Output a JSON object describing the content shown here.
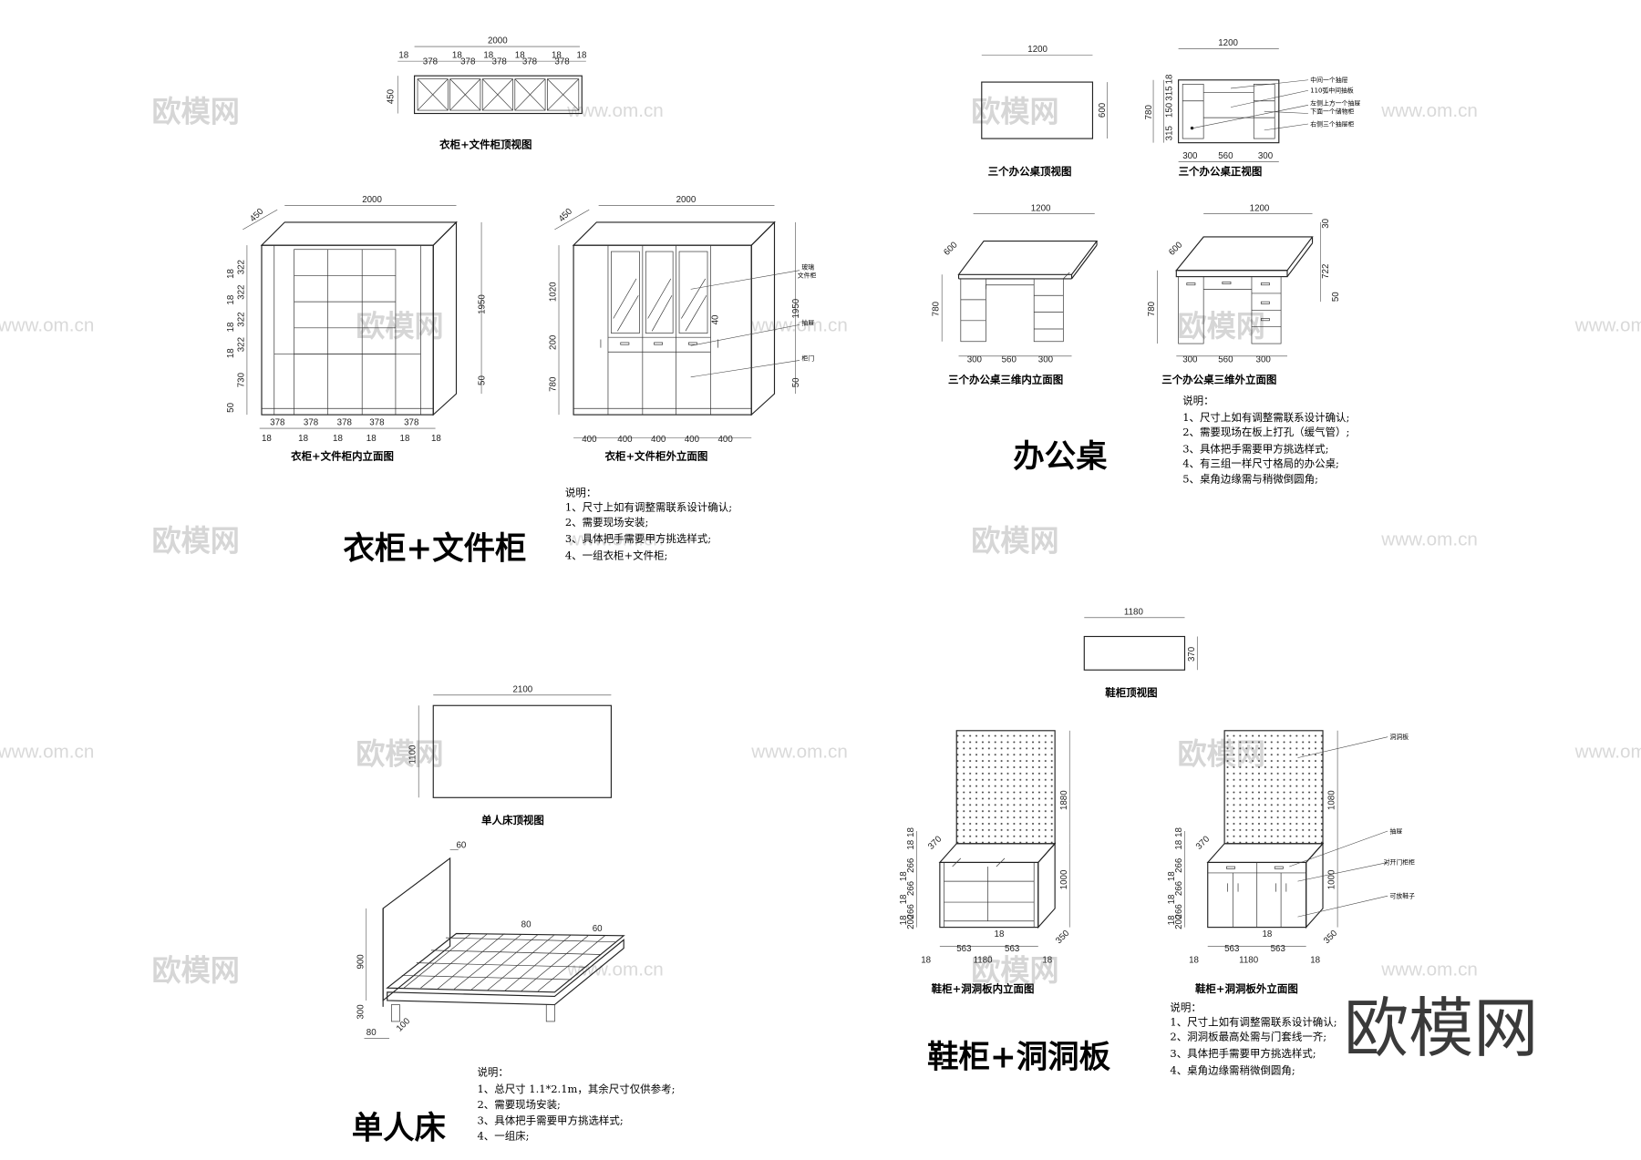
{
  "watermark": {
    "brand": "欧模网",
    "url": "www.om.cn",
    "logo": "欧模网"
  },
  "wardrobe": {
    "title": "衣柜+文件柜",
    "top_caption": "衣柜+文件柜顶视图",
    "inner_caption": "衣柜+文件柜内立面图",
    "outer_caption": "衣柜+文件柜外立面图",
    "top_dims": {
      "width": "2000",
      "depth": "450",
      "bays": [
        "378",
        "378",
        "378",
        "378",
        "378"
      ],
      "gaps": [
        "18",
        "18",
        "18",
        "18",
        "18",
        "18"
      ]
    },
    "inner_dims": {
      "width": "2000",
      "depth": "450",
      "height": "1950",
      "bays": [
        "378",
        "378",
        "378",
        "378",
        "378"
      ],
      "gap": "18",
      "left": [
        "322",
        "18",
        "322",
        "18",
        "322",
        "18",
        "322",
        "18",
        "730",
        "50"
      ],
      "right_plinth": "50"
    },
    "outer_dims": {
      "width": "2000",
      "depth": "450",
      "height": "1950",
      "left": [
        "1020",
        "200",
        "780"
      ],
      "bottom": [
        "400",
        "400",
        "400",
        "400",
        "400"
      ],
      "drawer": "40",
      "right_plinth": "50"
    },
    "callouts": [
      "玻璃",
      "文件柜",
      "抽屉",
      "柜门"
    ],
    "notes_title": "说明：",
    "notes": [
      "1、尺寸上如有调整需联系设计确认;",
      "2、需要现场安装;",
      "3、具体把手需要甲方挑选样式;",
      "4、一组衣柜+文件柜;"
    ]
  },
  "desk": {
    "title": "办公桌",
    "top_caption": "三个办公桌顶视图",
    "front_caption": "三个办公桌正视图",
    "inner_caption": "三个办公桌三维内立面图",
    "outer_caption": "三个办公桌三维外立面图",
    "top_dims": {
      "width": "1200",
      "depth": "600"
    },
    "front_dims": {
      "width": "1200",
      "height": "780",
      "left": [
        "18",
        "315",
        "150",
        "315"
      ],
      "bottom": [
        "300",
        "560",
        "300"
      ]
    },
    "iso_dims": {
      "width": "1200",
      "depth": "600",
      "height": "780",
      "bottom": [
        "300",
        "560",
        "300"
      ],
      "right": [
        "30",
        "722",
        "50"
      ]
    },
    "callouts": [
      "中间一个抽屉",
      "110弧中间抽板",
      "左侧上方一个抽屉",
      "下面一个储物柜",
      "右侧三个抽屉柜"
    ],
    "notes_title": "说明：",
    "notes": [
      "1、尺寸上如有调整需联系设计确认;",
      "2、需要现场在板上打孔（缓气管）;",
      "3、具体把手需要甲方挑选样式;",
      "4、有三组一样尺寸格局的办公桌;",
      "5、桌角边缘需与稍微倒圆角;"
    ]
  },
  "bed": {
    "title": "单人床",
    "top_caption": "单人床顶视图",
    "top_dims": {
      "width": "2100",
      "depth": "1100"
    },
    "iso_dims": {
      "head": "60",
      "slat": "80",
      "side": "60",
      "height": "900",
      "leg": "300",
      "base": "80",
      "foot": "100"
    },
    "notes_title": "说明：",
    "notes": [
      "1、总尺寸 1.1*2.1m，其余尺寸仅供参考;",
      "2、需要现场安装;",
      "3、具体把手需要甲方挑选样式;",
      "4、一组床;"
    ]
  },
  "shoe": {
    "title": "鞋柜+洞洞板",
    "top_caption": "鞋柜顶视图",
    "inner_caption": "鞋柜+洞洞板内立面图",
    "outer_caption": "鞋柜+洞洞板外立面图",
    "top_dims": {
      "width": "1180",
      "depth": "370"
    },
    "inner_dims": {
      "depth": "370",
      "board": "1880",
      "height": "1000",
      "side": "350",
      "bottom": [
        "563",
        "563"
      ],
      "total": "1180",
      "gap": "18",
      "left": [
        "18",
        "18",
        "266",
        "18",
        "266",
        "18",
        "266",
        "18",
        "200"
      ]
    },
    "outer_dims": {
      "depth": "370",
      "board": "1080",
      "height": "1000",
      "side": "350",
      "bottom": [
        "563",
        "563"
      ],
      "total": "1180",
      "gap": "18",
      "left": [
        "18",
        "18",
        "266",
        "18",
        "266",
        "18",
        "266",
        "18",
        "200"
      ]
    },
    "callouts": [
      "洞洞板",
      "抽屉",
      "对开门柜柜",
      "可放鞋子"
    ],
    "notes_title": "说明：",
    "notes": [
      "1、尺寸上如有调整需联系设计确认;",
      "2、洞洞板最高处需与门套线一齐;",
      "3、具体把手需要甲方挑选样式;",
      "4、桌角边缘需稍微倒圆角;"
    ]
  }
}
